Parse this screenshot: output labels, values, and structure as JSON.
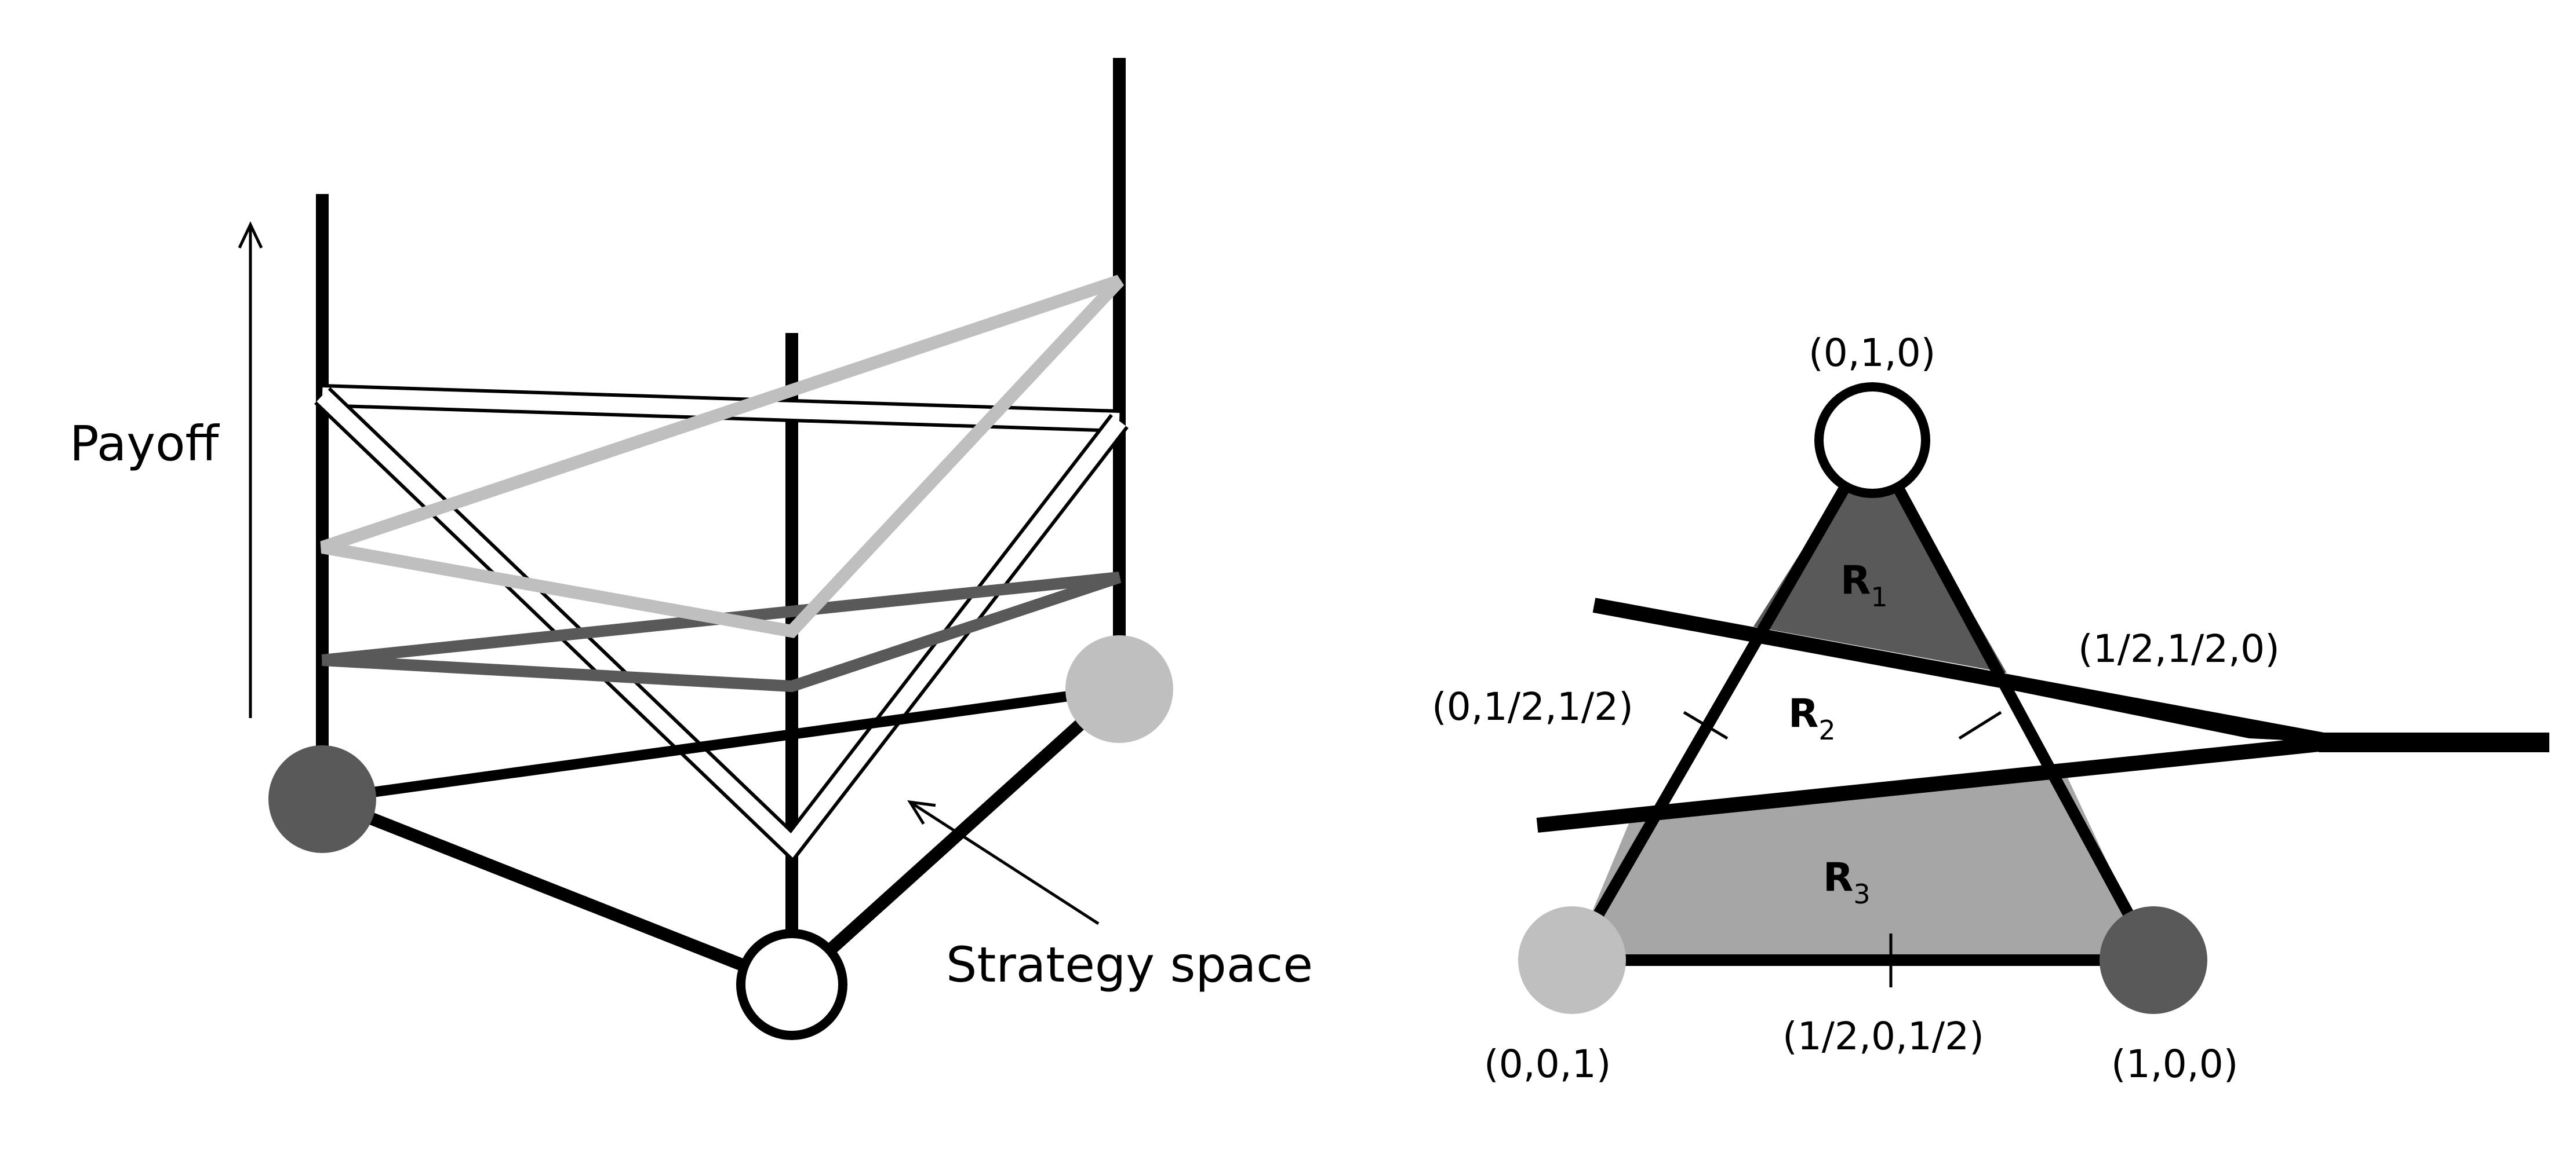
{
  "colors": {
    "dark": "#595959",
    "light": "#bfbfbf",
    "region_dark": "#595959",
    "region_light": "#a6a6a6",
    "stroke": "#000000"
  },
  "left_panel": {
    "axis_label": "Payoff",
    "pointer_label": "Strategy space"
  },
  "right_panel": {
    "vertices": {
      "top": "(0,1,0)",
      "bottom_left": "(0,0,1)",
      "bottom_right": "(1,0,0)"
    },
    "midpoints": {
      "left_edge": "(0,1/2,1/2)",
      "right_edge": "(1/2,1/2,0)",
      "bottom_edge": "(1/2,0,1/2)"
    },
    "regions": [
      {
        "letter": "R",
        "sub": "1"
      },
      {
        "letter": "R",
        "sub": "2"
      },
      {
        "letter": "R",
        "sub": "3"
      }
    ]
  }
}
